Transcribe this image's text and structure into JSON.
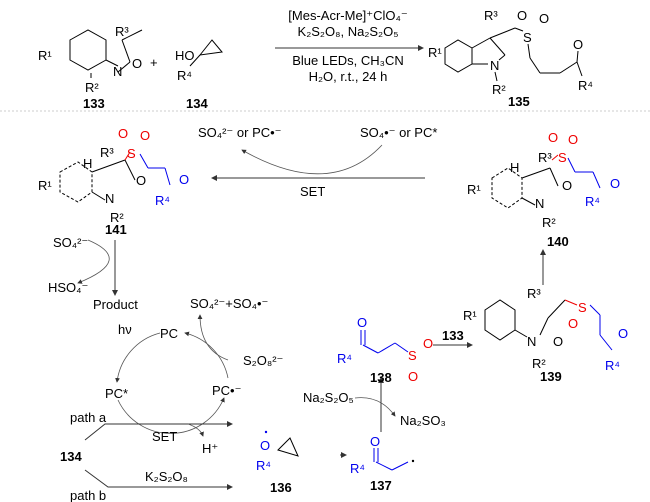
{
  "scheme": {
    "reactant_133": {
      "label": "133",
      "r1": "R¹",
      "r2": "R²",
      "r3": "R³",
      "n": "N",
      "o": "O"
    },
    "plus": "+",
    "reactant_134": {
      "label": "134",
      "ho": "HO",
      "r4": "R⁴"
    },
    "conditions": [
      "[Mes-Acr-Me]⁺ClO₄⁻",
      "K₂S₂O₈, Na₂S₂O₅",
      "Blue LEDs, CH₃CN",
      "H₂O, r.t., 24 h"
    ],
    "product_135": {
      "label": "135",
      "r1": "R¹",
      "r2": "R²",
      "r3": "R³",
      "r4": "R⁴",
      "s": "S",
      "o": "O",
      "n": "N"
    }
  },
  "mechanism": {
    "set_label": "SET",
    "set_left": "SO₄²⁻ or PC•⁻",
    "set_right": "SO₄•⁻ or PC*",
    "int_141": {
      "label": "141",
      "h": "H",
      "r1": "R¹",
      "r2": "R²",
      "r3": "R³",
      "r4": "R⁴",
      "s": "S",
      "o": "O",
      "n": "N"
    },
    "int_140": {
      "label": "140",
      "h": "H",
      "r1": "R¹",
      "r2": "R²",
      "r3": "R³",
      "r4": "R⁴",
      "s": "S",
      "o": "O",
      "n": "N"
    },
    "sulfate_in": "SO₄²⁻",
    "bisulfate_out": "HSO₄⁻",
    "product": "Product",
    "cycle": {
      "hv": "hν",
      "pc": "PC",
      "pc_star": "PC*",
      "pc_radical_anion": "PC•⁻",
      "persulfate": "S₂O₈²⁻",
      "sulfate_products": "SO₄²⁻+SO₄•⁻"
    },
    "path_a": "path a",
    "path_b": "path b",
    "start_134": "134",
    "set_path": "SET",
    "proton": "H⁺",
    "k2s2o8": "K₂S₂O₈",
    "int_136": {
      "label": "136",
      "o": "O",
      "r4": "R⁴"
    },
    "int_137": {
      "label": "137",
      "o": "O",
      "r4": "R⁴"
    },
    "na2s2o5": "Na₂S₂O₅",
    "na2so3": "Na₂SO₃",
    "int_138": {
      "label": "138",
      "o": "O",
      "r4": "R⁴",
      "s": "S"
    },
    "arrow_133": "133",
    "int_139": {
      "label": "139",
      "r1": "R¹",
      "r2": "R²",
      "r3": "R³",
      "r4": "R⁴",
      "s": "S",
      "o": "O",
      "n": "N"
    }
  }
}
